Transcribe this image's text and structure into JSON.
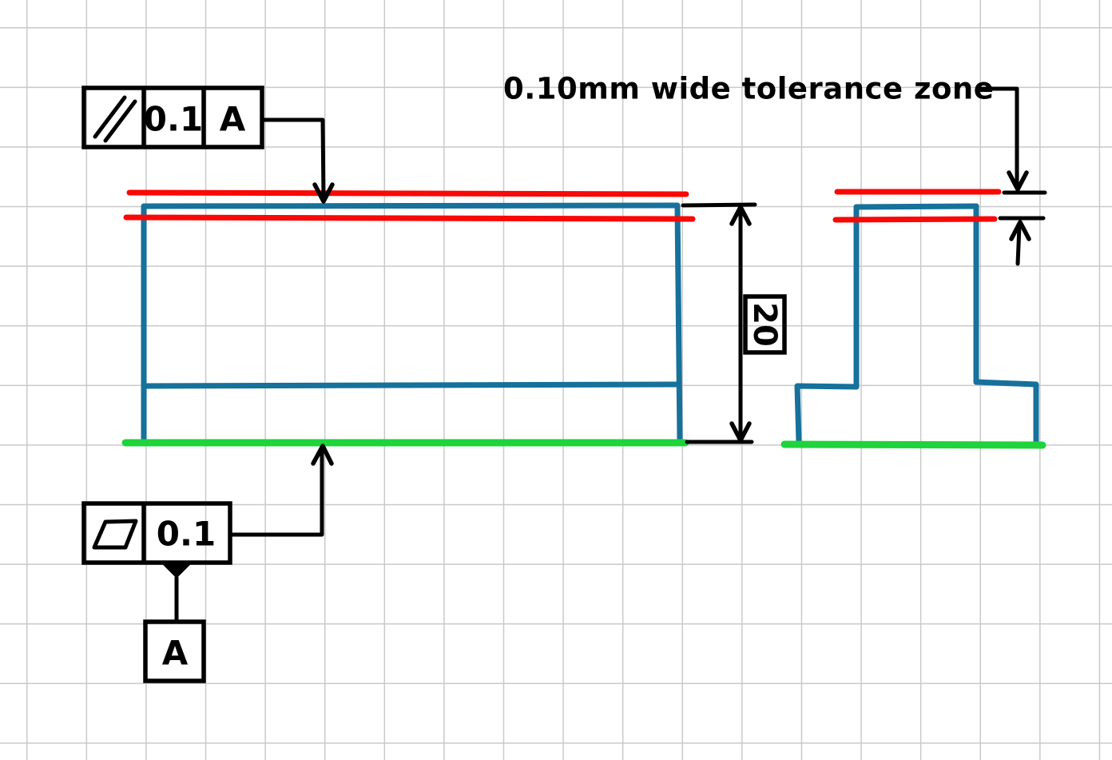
{
  "annotation": {
    "tolerance_zone_label": "0.10mm wide tolerance zone"
  },
  "feature_control_frames": {
    "parallelism": {
      "symbol": "parallelism-icon",
      "tolerance": "0.1",
      "datum_ref": "A"
    },
    "flatness": {
      "symbol": "flatness-icon",
      "tolerance": "0.1"
    }
  },
  "datum_feature": {
    "label": "A"
  },
  "dimension": {
    "height_value": "20"
  },
  "colors": {
    "part_outline": "#16719b",
    "tolerance_zone_lines": "#f90805",
    "datum_surface_line": "#1ed33b",
    "linework": "#000000",
    "grid": "#c9c9c9",
    "background": "#ffffff"
  }
}
